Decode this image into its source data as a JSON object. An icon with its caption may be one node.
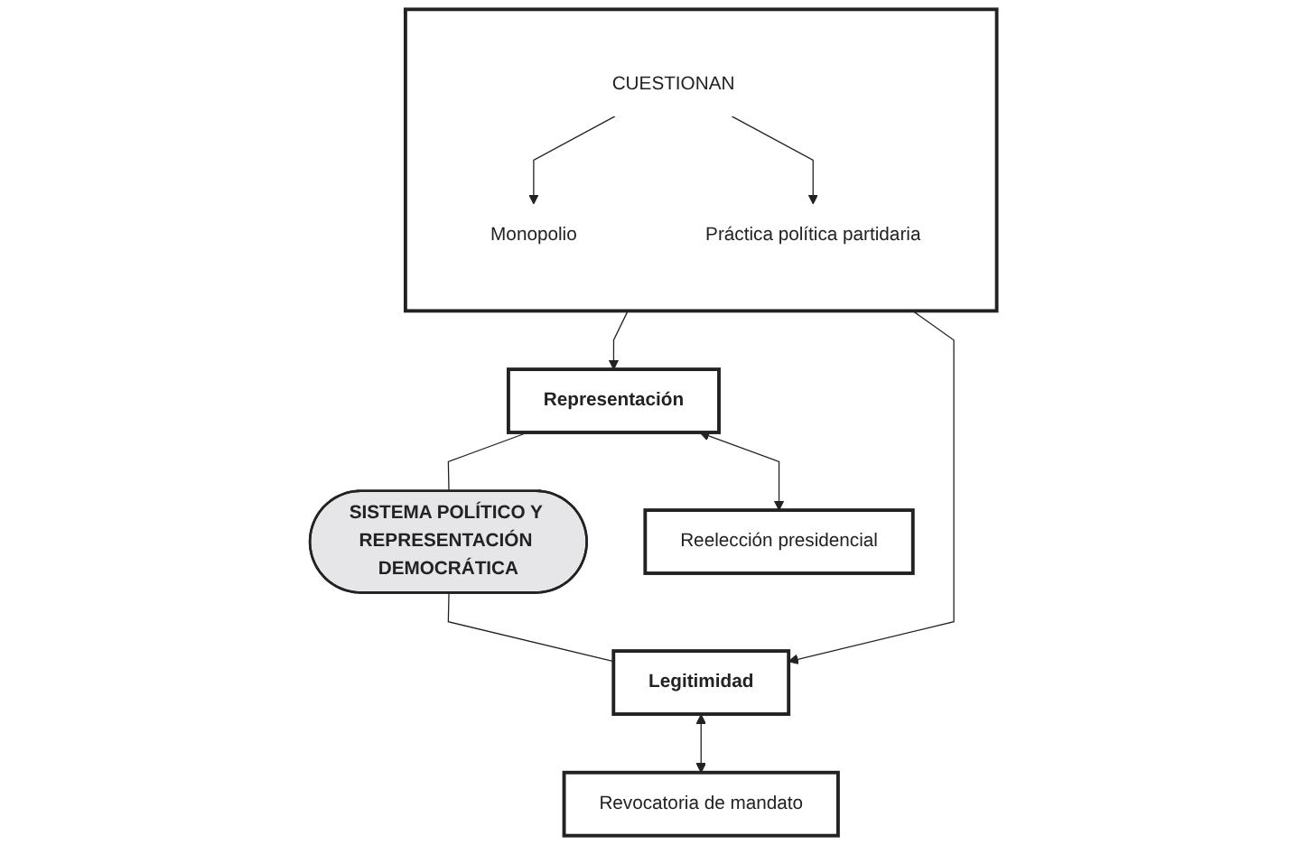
{
  "diagram": {
    "nodes": [
      {
        "text": [],
        "shape": "box"
      },
      {
        "text": [
          "CUESTIONAN"
        ],
        "in": 0
      },
      {
        "text": [
          "Monopolio"
        ],
        "in": 0
      },
      {
        "text": [
          "Práctica política partidaria"
        ],
        "in": 0
      },
      {
        "text": [
          "Representación"
        ]
      },
      {
        "text": [
          "SISTEMA POLÍTICO Y REPRESENTACIÓN DEMOCRÁTICA"
        ]
      },
      {
        "text": [
          "Legitimidad"
        ]
      },
      {
        "text": [
          "Reelección presidencial"
        ]
      },
      {
        "text": [
          "Revocatoria de mandato"
        ]
      }
    ],
    "edges": [
      {
        "from": 1,
        "to": 2,
        "arrow": "to"
      },
      {
        "from": 1,
        "to": 3,
        "arrow": "to"
      },
      {
        "from": 0,
        "to": 4,
        "arrow": "to"
      },
      {
        "from": 0,
        "to": 6,
        "arrow": "to"
      },
      {
        "from": 4,
        "to": 5,
        "arrow": "none"
      },
      {
        "from": 5,
        "to": 6,
        "arrow": "none"
      },
      {
        "from": 4,
        "to": 7,
        "arrow": "both"
      },
      {
        "from": 6,
        "to": 8,
        "arrow": "both"
      }
    ]
  }
}
